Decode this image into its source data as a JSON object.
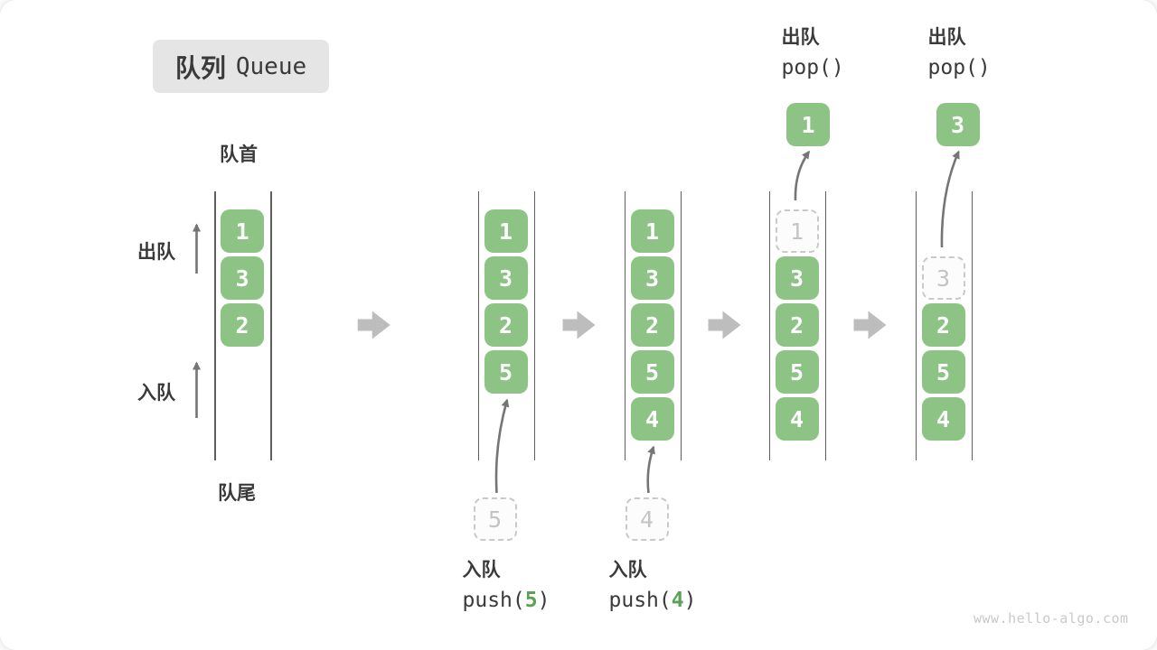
{
  "title": {
    "cjk": "队列",
    "en": "Queue"
  },
  "labels": {
    "front": "队首",
    "rear": "队尾",
    "dequeue_side": "出队",
    "enqueue_side": "入队"
  },
  "watermark": "www.hello-algo.com",
  "colors": {
    "box_green": "#8dc485",
    "box_text": "#ffffff",
    "ghost_border": "#c9c9c9",
    "ghost_text": "#c4c4c4",
    "block_arrow": "#bdbdbd",
    "thin_arrow": "#757575",
    "text_dark": "#3a3a3a",
    "accent_digit": "#5da158",
    "title_bg": "#e5e5e5",
    "watermark_text": "#c9c9c9",
    "wall_line": "#5f5f5f"
  },
  "snapshots": [
    {
      "cells": [
        {
          "value": "1",
          "row": 0,
          "ghost": false
        },
        {
          "value": "3",
          "row": 1,
          "ghost": false
        },
        {
          "value": "2",
          "row": 2,
          "ghost": false
        }
      ]
    },
    {
      "cells": [
        {
          "value": "1",
          "row": 0,
          "ghost": false
        },
        {
          "value": "3",
          "row": 1,
          "ghost": false
        },
        {
          "value": "2",
          "row": 2,
          "ghost": false
        },
        {
          "value": "5",
          "row": 3,
          "ghost": false
        }
      ],
      "enqueue": {
        "value": "5",
        "label": "入队",
        "code_before": "push(",
        "arg": "5",
        "code_after": ")"
      }
    },
    {
      "cells": [
        {
          "value": "1",
          "row": 0,
          "ghost": false
        },
        {
          "value": "3",
          "row": 1,
          "ghost": false
        },
        {
          "value": "2",
          "row": 2,
          "ghost": false
        },
        {
          "value": "5",
          "row": 3,
          "ghost": false
        },
        {
          "value": "4",
          "row": 4,
          "ghost": false
        }
      ],
      "enqueue": {
        "value": "4",
        "label": "入队",
        "code_before": "push(",
        "arg": "4",
        "code_after": ")"
      }
    },
    {
      "cells": [
        {
          "value": "1",
          "row": 0,
          "ghost": true
        },
        {
          "value": "3",
          "row": 1,
          "ghost": false
        },
        {
          "value": "2",
          "row": 2,
          "ghost": false
        },
        {
          "value": "5",
          "row": 3,
          "ghost": false
        },
        {
          "value": "4",
          "row": 4,
          "ghost": false
        }
      ],
      "dequeue": {
        "value": "1",
        "label": "出队",
        "code": "pop()"
      }
    },
    {
      "cells": [
        {
          "value": "3",
          "row": 1,
          "ghost": true
        },
        {
          "value": "2",
          "row": 2,
          "ghost": false
        },
        {
          "value": "5",
          "row": 3,
          "ghost": false
        },
        {
          "value": "4",
          "row": 4,
          "ghost": false
        }
      ],
      "dequeue": {
        "value": "3",
        "label": "出队",
        "code": "pop()"
      }
    }
  ]
}
